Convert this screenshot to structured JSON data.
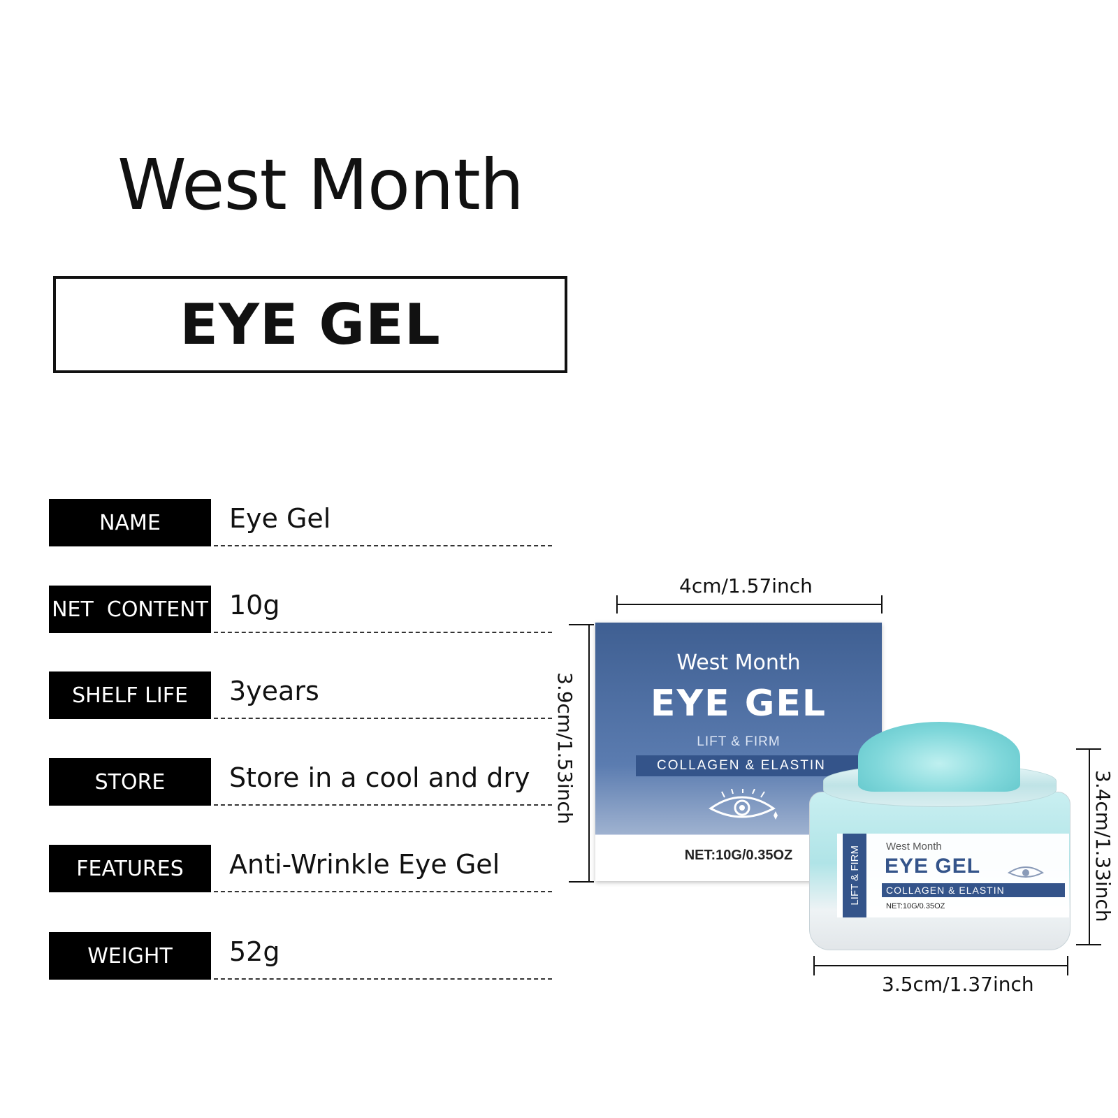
{
  "brand": "West Month",
  "title": "EYE GEL",
  "specs": [
    {
      "label": "NAME",
      "value": "Eye Gel"
    },
    {
      "label": "NET  CONTENT",
      "value": "10g"
    },
    {
      "label": "SHELF LIFE",
      "value": "3years"
    },
    {
      "label": "STORE",
      "value": "Store in a cool and dry"
    },
    {
      "label": "FEATURES",
      "value": "Anti-Wrinkle Eye Gel"
    },
    {
      "label": "WEIGHT",
      "value": "52g"
    }
  ],
  "dimensions": {
    "box_width": "4cm/1.57inch",
    "box_height": "3.9cm/1.53inch",
    "jar_height": "3.4cm/1.33inch",
    "jar_width": "3.5cm/1.37inch"
  },
  "box": {
    "brand": "West Month",
    "title": "EYE GEL",
    "subtitle": "LIFT & FIRM",
    "band": "COLLAGEN & ELASTIN",
    "net": "NET:10G/0.35OZ"
  },
  "jar": {
    "side_band": "LIFT & FIRM",
    "brand": "West Month",
    "title": "EYE GEL",
    "band": "COLLAGEN & ELASTIN",
    "net": "NET:10G/0.35OZ"
  },
  "colors": {
    "box_blue": "#3f5f92",
    "label_blue": "#34548a",
    "gel_teal": "#7fd7da"
  }
}
